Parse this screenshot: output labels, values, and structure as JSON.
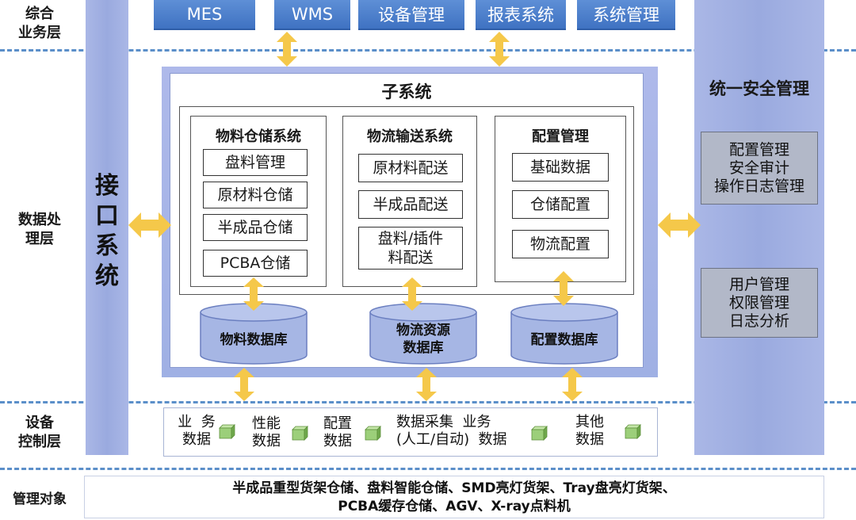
{
  "layers": {
    "business": "综合\n业务层",
    "data_processing": "数据处\n理层",
    "device_control": "设备\n控制层",
    "management_objects": "管理对象"
  },
  "top_systems": [
    "MES",
    "WMS",
    "设备管理",
    "报表系统",
    "系统管理"
  ],
  "interface_system": "接\n口\n系\n统",
  "subsystem": {
    "title": "子系统",
    "columns": [
      {
        "title": "物料仓储系统",
        "items": [
          "盘料管理",
          "原材料仓储",
          "半成品仓储",
          "PCBA仓储"
        ]
      },
      {
        "title": "物流输送系统",
        "items": [
          "原材料配送",
          "半成品配送",
          "盘料/插件\n料配送"
        ]
      },
      {
        "title": "配置管理",
        "items": [
          "基础数据",
          "仓储配置",
          "物流配置"
        ]
      }
    ],
    "databases": [
      "物料数据库",
      "物流资源\n数据库",
      "配置数据库"
    ]
  },
  "security": {
    "title": "统一安全管理",
    "box1": [
      "配置管理",
      "安全审计",
      "操作日志管理"
    ],
    "box2": [
      "用户管理",
      "权限管理",
      "日志分析"
    ]
  },
  "device_data": [
    {
      "label": "业  务\n数据"
    },
    {
      "label": "性能\n数据"
    },
    {
      "label": "配置\n数据"
    },
    {
      "label": "数据采集  业务\n(人工/自动)  数据"
    },
    {
      "label": "其他\n数据"
    }
  ],
  "management_text": {
    "line1": "半成品重型货架仓储、盘料智能仓储、SMD亮灯货架、Tray盘亮灯货架、",
    "line2": "PCBA缓存仓储、AGV、X-ray点料机"
  },
  "colors": {
    "top_button": "#4a7ccb",
    "side_column": "#a3b2e3",
    "dashed_line": "#5b8fc9",
    "arrow": "#f5c84a",
    "security_box": "#b2b8c8",
    "cube": "#9ccf7a"
  },
  "icons": [
    "double-arrow-icon",
    "database-cylinder-icon",
    "green-cube-icon"
  ]
}
